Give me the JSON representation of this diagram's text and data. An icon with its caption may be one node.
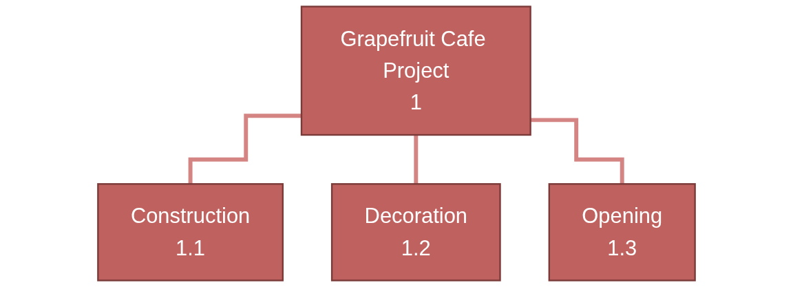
{
  "diagram": {
    "nodes": [
      {
        "text": [
          "Grapefruit Cafe Project",
          "1"
        ]
      },
      {
        "text": [
          "Construction",
          "1.1"
        ]
      },
      {
        "text": [
          "Decoration",
          "1.2"
        ]
      },
      {
        "text": [
          "Opening",
          "1.3"
        ]
      }
    ],
    "edges": [
      {
        "from": 0,
        "to": 1,
        "arrow": "none"
      },
      {
        "from": 0,
        "to": 2,
        "arrow": "none"
      },
      {
        "from": 0,
        "to": 3,
        "arrow": "none"
      }
    ]
  }
}
